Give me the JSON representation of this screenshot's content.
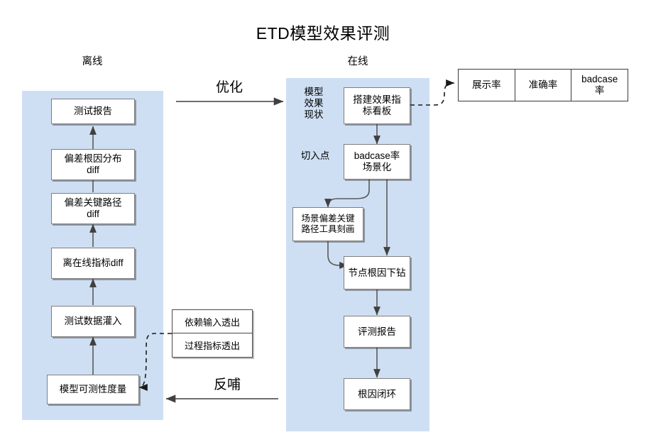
{
  "title": "ETD模型效果评测",
  "columns": {
    "offline_header": "离线",
    "online_header": "在线"
  },
  "offline_nodes": [
    {
      "label": "测试报告"
    },
    {
      "label": "偏差根因分布\ndiff"
    },
    {
      "label": "偏差关键路径\ndiff"
    },
    {
      "label": "离在线指标diff"
    },
    {
      "label": "测试数据灌入"
    },
    {
      "label": "模型可测性度量"
    }
  ],
  "online_nodes": [
    {
      "label": "搭建效果指\n标看板"
    },
    {
      "label": "badcase率\n场景化"
    },
    {
      "label": "场景偏差关键\n路径工具刻画"
    },
    {
      "label": "节点根因下钻"
    },
    {
      "label": "评测报告"
    },
    {
      "label": "根因闭环"
    }
  ],
  "online_side_labels": [
    {
      "label": "模型\n效果\n现状"
    },
    {
      "label": "切入点"
    }
  ],
  "flow_labels": {
    "optimize": "优化",
    "feedback": "反哺"
  },
  "middle_stack": [
    {
      "label": "依赖输入透出"
    },
    {
      "label": "过程指标透出"
    }
  ],
  "metrics_table": {
    "cells": [
      "展示率",
      "准确率",
      "badcase\n率"
    ]
  },
  "colors": {
    "panel_blue": "#cfdff3",
    "node_border": "#7f7f7f",
    "connector": "#595959",
    "text": "#000000"
  }
}
